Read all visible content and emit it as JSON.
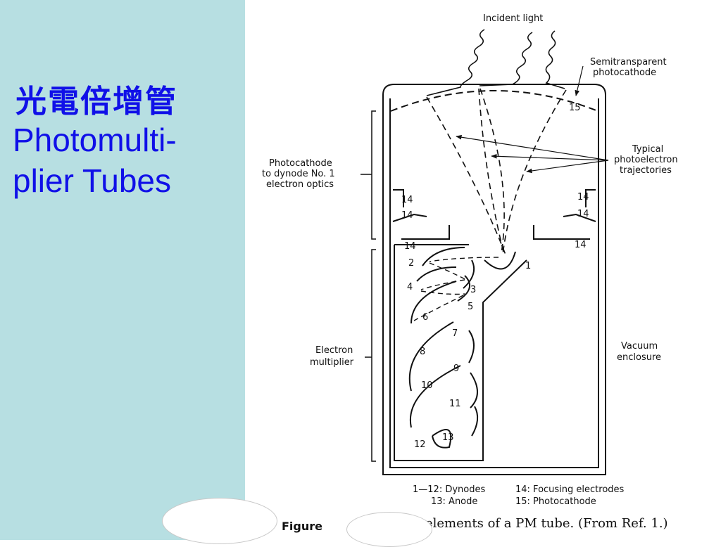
{
  "slide": {
    "title_zh": "光電倍增管",
    "title_en_line1": "Photomulti-",
    "title_en_line2": "plier Tubes"
  },
  "figure": {
    "labels": {
      "incident_light": "Incident light",
      "semitransparent_1": "Semitransparent",
      "semitransparent_2": "photocathode",
      "optics_1": "Photocathode",
      "optics_2": "to dynode No. 1",
      "optics_3": "electron optics",
      "typical_1": "Typical",
      "typical_2": "photoelectron",
      "typical_3": "trajectories",
      "multiplier_1": "Electron",
      "multiplier_2": "multiplier",
      "vacuum_1": "Vacuum",
      "vacuum_2": "enclosure"
    },
    "numbers": {
      "n15": "15",
      "n14a": "14",
      "n14b": "14",
      "n14c": "14",
      "n14d": "14",
      "n14e": "14",
      "n14f": "14",
      "d1": "1",
      "d2": "2",
      "d3": "3",
      "d4": "4",
      "d5": "5",
      "d6": "6",
      "d7": "7",
      "d8": "8",
      "d9": "9",
      "d10": "10",
      "d11": "11",
      "d12": "12",
      "d13": "13"
    },
    "legend": {
      "row1_left": "1—12: Dynodes",
      "row1_right": "14: Focusing electrodes",
      "row2_left": "13: Anode",
      "row2_right": "15: Photocathode"
    },
    "caption": {
      "prefix": "Figure",
      "text": "elements of a PM tube. (From Ref. 1.)"
    }
  }
}
